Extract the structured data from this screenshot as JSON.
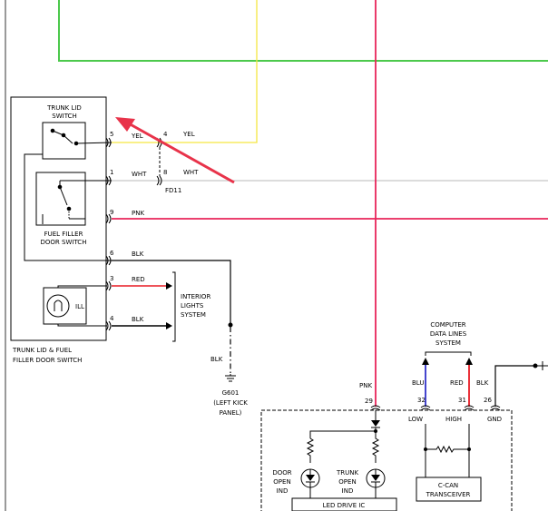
{
  "labels": {
    "trunk_lid_switch_l1": "TRUNK LID",
    "trunk_lid_switch_l2": "SWITCH",
    "fuel_filler_l1": "FUEL FILLER",
    "fuel_filler_l2": "DOOR SWITCH",
    "ill": "ILL",
    "assembly_l1": "TRUNK LID & FUEL",
    "assembly_l2": "FILLER DOOR SWITCH",
    "interior_l1": "INTERIOR",
    "interior_l2": "LIGHTS",
    "interior_l3": "SYSTEM",
    "connector": "FD11",
    "ground_name": "G601",
    "ground_loc_l1": "(LEFT KICK",
    "ground_loc_l2": "PANEL)",
    "computer_l1": "COMPUTER",
    "computer_l2": "DATA LINES",
    "computer_l3": "SYSTEM",
    "low": "LOW",
    "high": "HIGH",
    "gnd": "GND",
    "door_open_l1": "DOOR",
    "door_open_l2": "OPEN",
    "door_open_l3": "IND",
    "trunk_open_l1": "TRUNK",
    "trunk_open_l2": "OPEN",
    "trunk_open_l3": "IND",
    "led_drive": "LED DRIVE IC",
    "ccan_l1": "C-CAN",
    "ccan_l2": "TRANSCEIVER"
  },
  "pins": {
    "p5": "5",
    "p1": "1",
    "p9": "9",
    "p6": "6",
    "p3": "3",
    "p4": "4",
    "fd4": "4",
    "fd8": "8",
    "p29": "29",
    "p32": "32",
    "p31": "31",
    "p26": "26"
  },
  "wires": {
    "yel1": "YEL",
    "yel2": "YEL",
    "wht1": "WHT",
    "wht2": "WHT",
    "pnk1": "PNK",
    "pnk2": "PNK",
    "blk6": "BLK",
    "red3": "RED",
    "blk4": "BLK",
    "blk_gnd": "BLK",
    "blu": "BLU",
    "red31": "RED",
    "blk26": "BLK"
  },
  "colors": {
    "yellow": "#f5e642",
    "green": "#4cc94c",
    "pink": "#e8255a",
    "red": "#e81c24",
    "gray": "#c8c8c8",
    "blue": "#3030c8",
    "black": "#000000",
    "arrow": "#e8334a"
  }
}
